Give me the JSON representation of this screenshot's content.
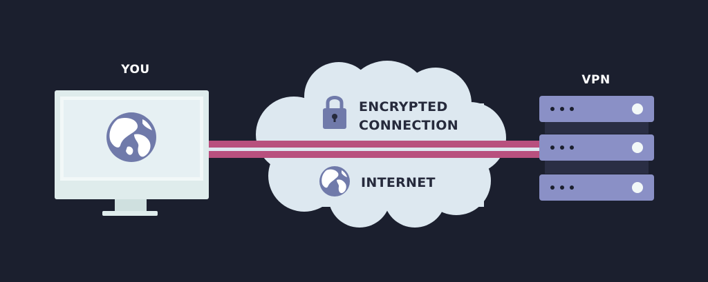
{
  "labels": {
    "you": "YOU",
    "vpn": "VPN",
    "encrypted_line1": "ENCRYPTED",
    "encrypted_line2": "CONNECTION",
    "internet": "INTERNET"
  },
  "colors": {
    "background": "#1b1f2e",
    "monitor_frame": "#dfecec",
    "monitor_screen": "#f2f8f8",
    "globe": "#707aaa",
    "cloud": "#dde8f0",
    "tunnel": "#b8507e",
    "server": "#8a90c6",
    "server_dark": "#2a2e44"
  },
  "icons": {
    "computer": "monitor-icon",
    "globe": "globe-icon",
    "lock": "lock-icon",
    "server": "server-icon"
  }
}
